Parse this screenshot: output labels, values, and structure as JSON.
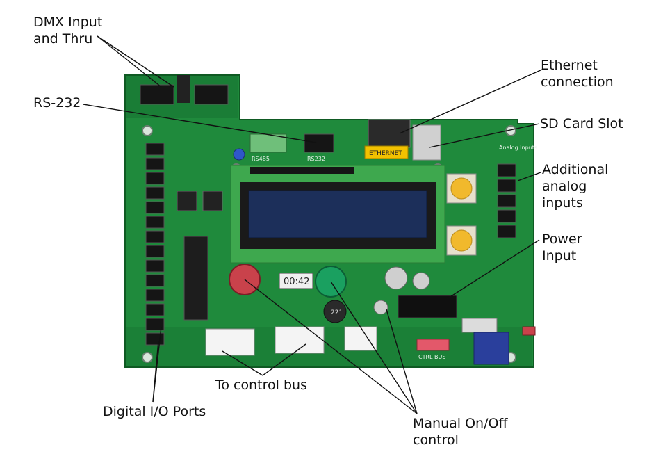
{
  "callouts": {
    "dmx": "DMX Input\nand Thru",
    "rs232": "RS-232",
    "ethernet": "Ethernet\nconnection",
    "sdcard": "SD Card Slot",
    "analog": "Additional\nanalog\ninputs",
    "power": "Power\nInput",
    "control_bus": "To control bus",
    "digital_io": "Digital I/O Ports",
    "manual": "Manual On/Off\ncontrol"
  },
  "board": {
    "ethernet_jack_label": "ETHERNET",
    "display_reading": "00:42",
    "rs485_label": "RS485",
    "rs232_label": "RS232",
    "analog_label": "Analog\nInputs",
    "ctrl_bus_label": "CTRL BUS",
    "inductor_label": "221"
  },
  "colors": {
    "pcb_green": "#1f8a3c",
    "pcb_dark": "#146a2c",
    "lcd_frame": "#3ea84e",
    "lcd_screen": "#1c2f5a",
    "ethernet_tag": "#f2c200",
    "button_yellow": "#f1b92c",
    "button_red": "#c9424b",
    "button_green": "#1aa060"
  }
}
